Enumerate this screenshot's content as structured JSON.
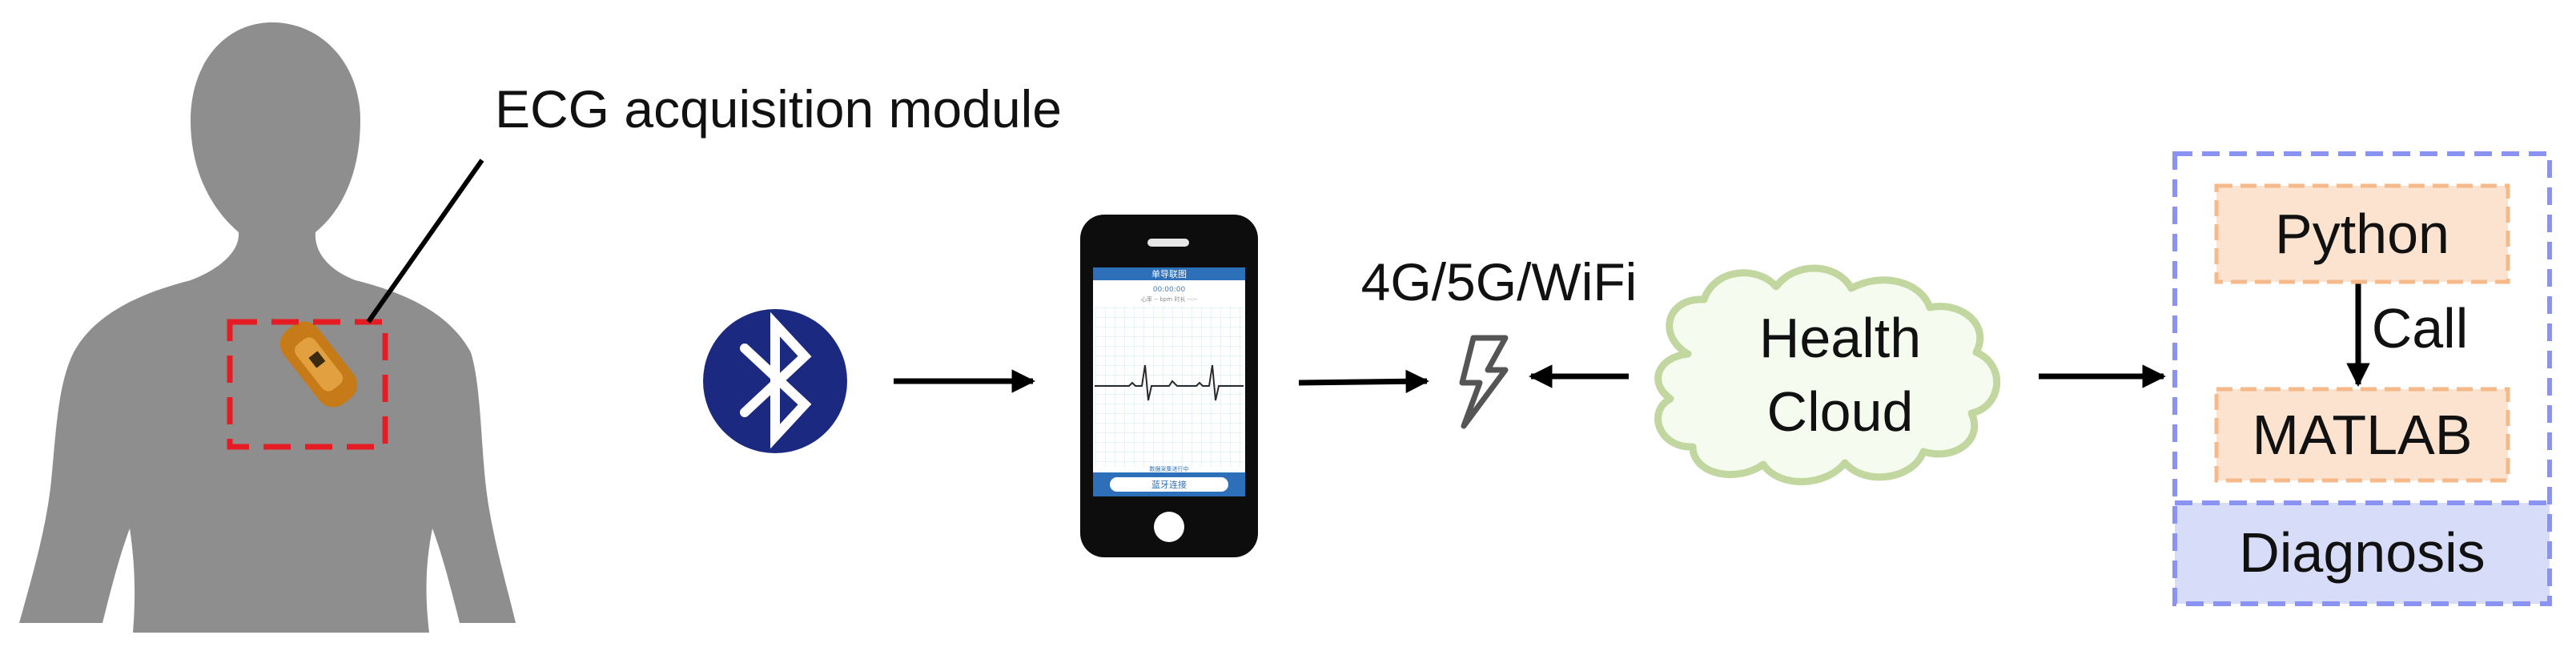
{
  "labels": {
    "module": "ECG acquisition module",
    "network": "4G/5G/WiFi",
    "cloud": "Health\nCloud",
    "python": "Python",
    "call": "Call",
    "matlab": "MATLAB",
    "diagnosis": "Diagnosis"
  },
  "phone": {
    "app_title": "单导联图",
    "subtitle": "00:00:00",
    "info": "心率 -- bpm    时长 --:--",
    "hint": "数据采集进行中",
    "button": "蓝牙连接"
  },
  "icons": [
    "bluetooth-icon",
    "lightning-icon",
    "cloud-icon"
  ],
  "colors": {
    "silhouette": "#8e8e8e",
    "dashed_red": "#e51c24",
    "bluetooth": "#1b2a80",
    "cloud_fill": "#f6fbef",
    "cloud_stroke": "#c2d6a0",
    "box_fill": "#fbe3cf",
    "box_stroke": "#f5b98a",
    "panel_stroke": "#8b93f2",
    "diagnosis_fill": "#d7dcf8",
    "ecg_line": "#2a2a2a",
    "screen_grid": "#d4e8f2"
  }
}
